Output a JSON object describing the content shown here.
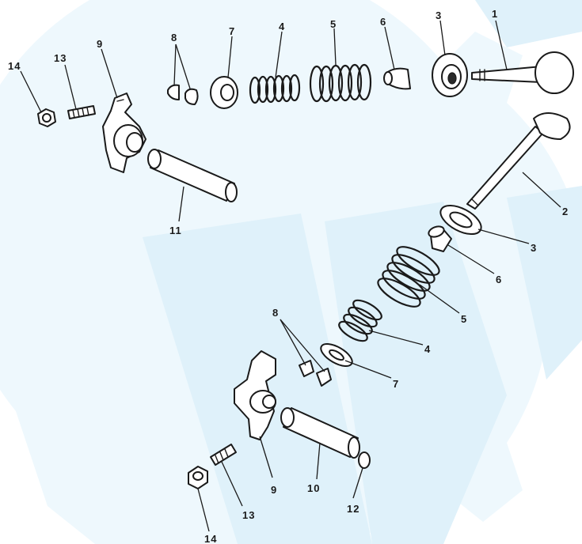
{
  "watermark_color": "#dff1fa",
  "line_color": "#1a1a1a",
  "callouts": {
    "top": {
      "c1": "1",
      "c3": "3",
      "c6": "6",
      "c5": "5",
      "c4": "4",
      "c7": "7",
      "c8": "8",
      "c9": "9",
      "c13": "13",
      "c14": "14",
      "c11": "11"
    },
    "bottom": {
      "c2": "2",
      "c3": "3",
      "c6": "6",
      "c5": "5",
      "c4": "4",
      "c7": "7",
      "c8": "8",
      "c9": "9",
      "c10": "10",
      "c12": "12",
      "c13": "13",
      "c14": "14"
    }
  }
}
